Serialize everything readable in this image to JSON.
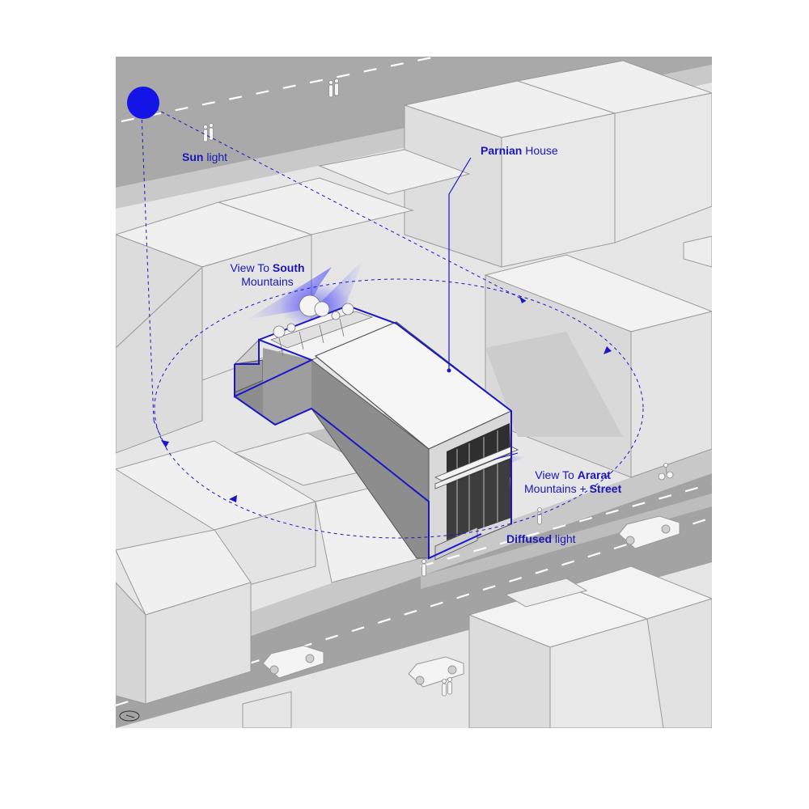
{
  "labels": {
    "sun": {
      "bold": "Sun",
      "rest": " light"
    },
    "house": {
      "bold": "Parnian",
      "rest": " House"
    },
    "south_view": {
      "line1_pre": "View To ",
      "line1_bold": "South",
      "line2": "Mountains"
    },
    "ararat_view": {
      "line1_pre": "View To ",
      "line1_bold": "Ararat",
      "line2_pre": "Mountains + ",
      "line2_bold": "Street"
    },
    "diffused": {
      "bold": "Diffused",
      "rest": " light"
    }
  },
  "colors": {
    "accent": "#1a17c9",
    "street": "#a9a9a9",
    "sidewalk": "#cfcfcf",
    "block_top": "#eeeeee",
    "block_side": "#dcdcdc",
    "shadow": "#c4c4c4",
    "house_dark": "#8a8a8a"
  },
  "icons": [
    "sun-icon",
    "north-arrow-icon",
    "car-icon",
    "pedestrian-icon",
    "cyclist-icon"
  ]
}
